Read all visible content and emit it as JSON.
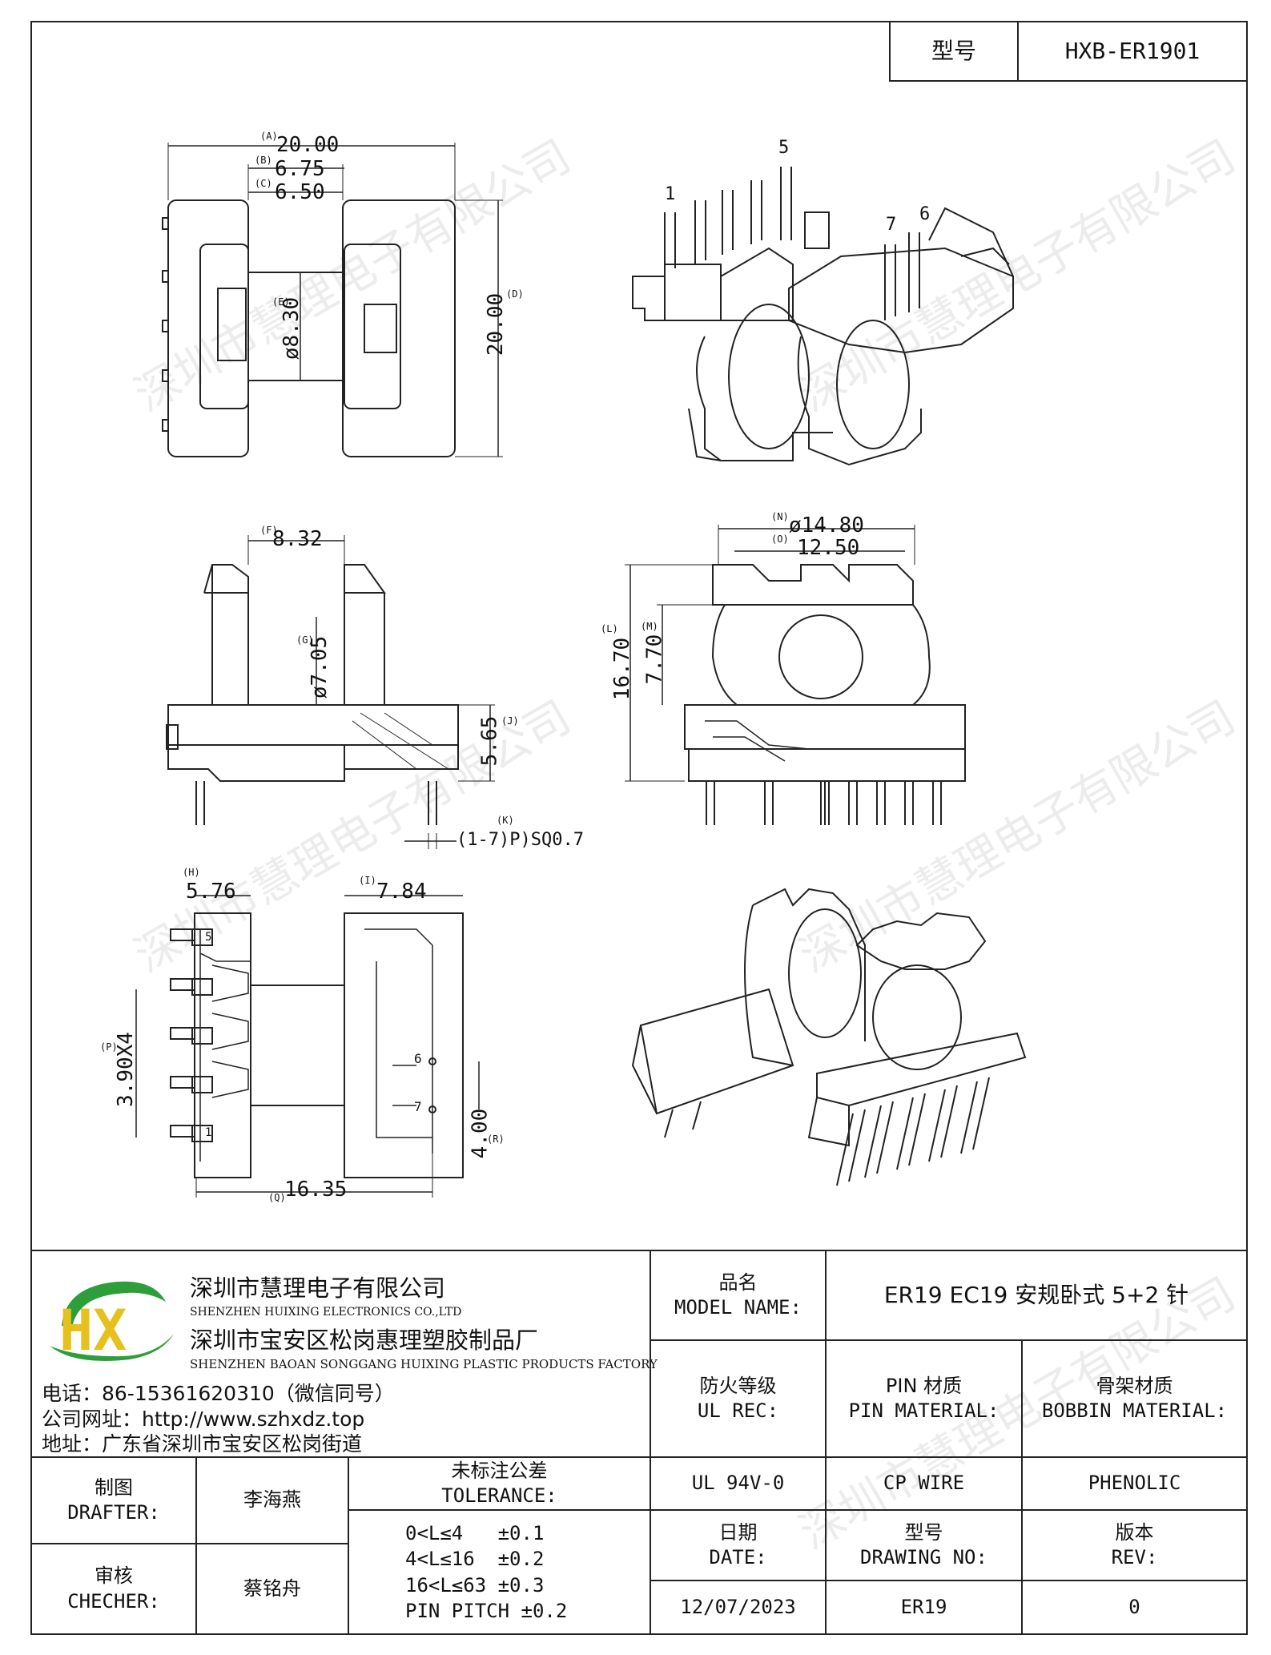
{
  "header": {
    "model_label": "型号",
    "model_value": "HXB-ER1901"
  },
  "watermark": "深圳市慧理电子有限公司",
  "dims": {
    "A": "(A)",
    "A_val": "20.00",
    "B": "(B)",
    "B_val": "6.75",
    "C": "(C)",
    "C_val": "6.50",
    "D": "(D)",
    "D_val": "20.00",
    "E": "(E)",
    "E_val": "ø8.30",
    "F": "(F)",
    "F_val": "8.32",
    "G": "(G)",
    "G_val": "ø7.05",
    "J": "(J)",
    "J_val": "5.65",
    "K": "(K)",
    "K_val": "(1-7)P)SQ0.7",
    "N": "(N)",
    "N_val": "ø14.80",
    "O": "(O)",
    "O_val": "12.50",
    "L": "(L)",
    "L_val": "16.70",
    "M": "(M)",
    "M_val": "7.70",
    "H": "(H)",
    "H_val": "5.76",
    "I": "(I)",
    "I_val": "7.84",
    "P": "(P)",
    "P_val": "3.90X4",
    "Q": "(Q)",
    "Q_val": "16.35",
    "R": "(R)",
    "R_val": "4.00"
  },
  "pins": {
    "p1": "1",
    "p5": "5",
    "p6": "6",
    "p7": "7"
  },
  "company": {
    "name_cn": "深圳市慧理电子有限公司",
    "name_en": "SHENZHEN HUIXING ELECTRONICS CO.,LTD",
    "factory_cn": "深圳市宝安区松岗惠理塑胶制品厂",
    "factory_en": "SHENZHEN BAOAN SONGGANG HUIXING PLASTIC PRODUCTS FACTORY",
    "phone": "电话：86-15361620310（微信同号）",
    "website": "公司网址：http://www.szhxdz.top",
    "address": "地址：广东省深圳市宝安区松岗街道",
    "logo_text": "HX"
  },
  "title_block": {
    "product_name_cn": "品名",
    "product_name_en": "MODEL NAME:",
    "product_name_value": "ER19 EC19 安规卧式 5+2 针",
    "ul_rec_cn": "防火等级",
    "ul_rec_en": "UL REC:",
    "pin_mat_cn": "PIN 材质",
    "pin_mat_en": "PIN MATERIAL:",
    "bobbin_mat_cn": "骨架材质",
    "bobbin_mat_en": "BOBBIN MATERIAL:",
    "ul_value": "UL 94V-0",
    "pin_value": "CP WIRE",
    "bobbin_value": "PHENOLIC",
    "drafter_cn": "制图",
    "drafter_en": "DRAFTER:",
    "drafter_name": "李海燕",
    "checker_cn": "审核",
    "checker_en": "CHECHER:",
    "checker_name": "蔡铭舟",
    "tol_cn": "未标注公差",
    "tol_en": "TOLERANCE:",
    "tol_lines": [
      "0<L≤4   ±0.1",
      "4<L≤16  ±0.2",
      "16<L≤63 ±0.3",
      "PIN PITCH ±0.2"
    ],
    "date_cn": "日期",
    "date_en": "DATE:",
    "drawing_no_cn": "型号",
    "drawing_no_en": "DRAWING NO:",
    "rev_cn": "版本",
    "rev_en": "REV:",
    "date_value": "12/07/2023",
    "drawing_no_value": "ER19",
    "rev_value": "0"
  }
}
